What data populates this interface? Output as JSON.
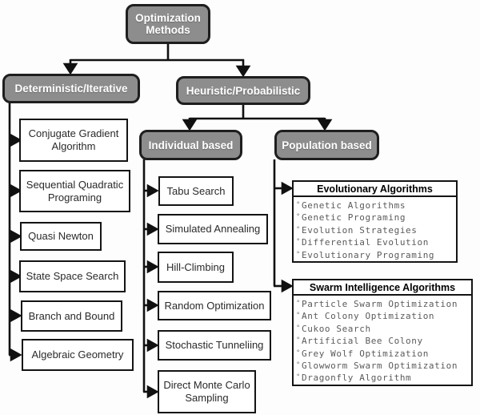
{
  "root": {
    "label": "Optimization Methods"
  },
  "det": {
    "label": "Deterministic/Iterative",
    "items": [
      "Conjugate Gradient Algorithm",
      "Sequential Quadratic Programing",
      "Quasi Newton",
      "State Space Search",
      "Branch and Bound",
      "Algebraic Geometry"
    ]
  },
  "heu": {
    "label": "Heuristic/Probabilistic"
  },
  "ind": {
    "label": "Individual based",
    "items": [
      "Tabu Search",
      "Simulated Annealing",
      "Hill-Climbing",
      "Random Optimization",
      "Stochastic Tunneliing",
      "Direct Monte Carlo Sampling"
    ]
  },
  "pop": {
    "label": "Population based",
    "groups": [
      {
        "title": "Evolutionary Algorithms",
        "items": [
          "Genetic Algorithms",
          "Genetic Programing",
          "Evolution Strategies",
          "Differential Evolution",
          "Evolutionary Programing"
        ]
      },
      {
        "title": "Swarm Intelligence Algorithms",
        "items": [
          "Particle Swarm Optimization",
          "Ant Colony Optimization",
          "Cukoo Search",
          "Artificial Bee Colony",
          "Grey Wolf Optimization",
          "Glowworm Swarm Optimization",
          "Dragonfly Algorithm"
        ]
      }
    ]
  },
  "bullet": "°",
  "colors": {
    "node_fill": "#8d8d8d",
    "node_border": "#1e1e1e",
    "node_text": "#ffffff",
    "box_border": "#141414",
    "box_text": "#2a2a2a",
    "list_text": "#5a5a5a",
    "connector": "#111111",
    "background": "#fdfdfd"
  }
}
